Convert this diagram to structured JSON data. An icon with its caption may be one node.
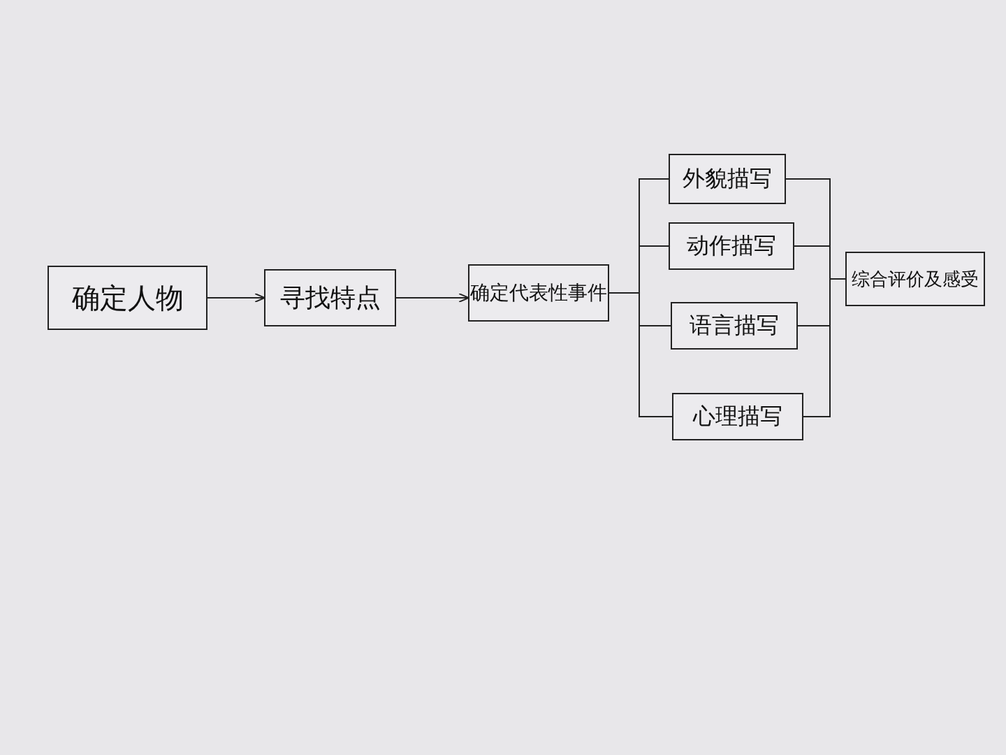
{
  "diagram": {
    "nodes": [
      {
        "text": [
          "确定人物"
        ]
      },
      {
        "text": [
          "寻找特点"
        ]
      },
      {
        "text": [
          "确定代表性事件"
        ]
      },
      {
        "text": [
          "外貌描写"
        ]
      },
      {
        "text": [
          "动作描写"
        ]
      },
      {
        "text": [
          "语言描写"
        ]
      },
      {
        "text": [
          "心理描写"
        ]
      },
      {
        "text": [
          "综合评价及感受"
        ]
      }
    ],
    "edges": [
      {
        "from": 0,
        "to": 1,
        "arrow": "to"
      },
      {
        "from": 1,
        "to": 2,
        "arrow": "to"
      },
      {
        "from": 2,
        "to": 3,
        "arrow": "none"
      },
      {
        "from": 2,
        "to": 4,
        "arrow": "none"
      },
      {
        "from": 2,
        "to": 5,
        "arrow": "none"
      },
      {
        "from": 2,
        "to": 6,
        "arrow": "none"
      },
      {
        "from": 3,
        "to": 7,
        "arrow": "none"
      },
      {
        "from": 4,
        "to": 7,
        "arrow": "none"
      },
      {
        "from": 5,
        "to": 7,
        "arrow": "none"
      },
      {
        "from": 6,
        "to": 7,
        "arrow": "none"
      }
    ]
  }
}
